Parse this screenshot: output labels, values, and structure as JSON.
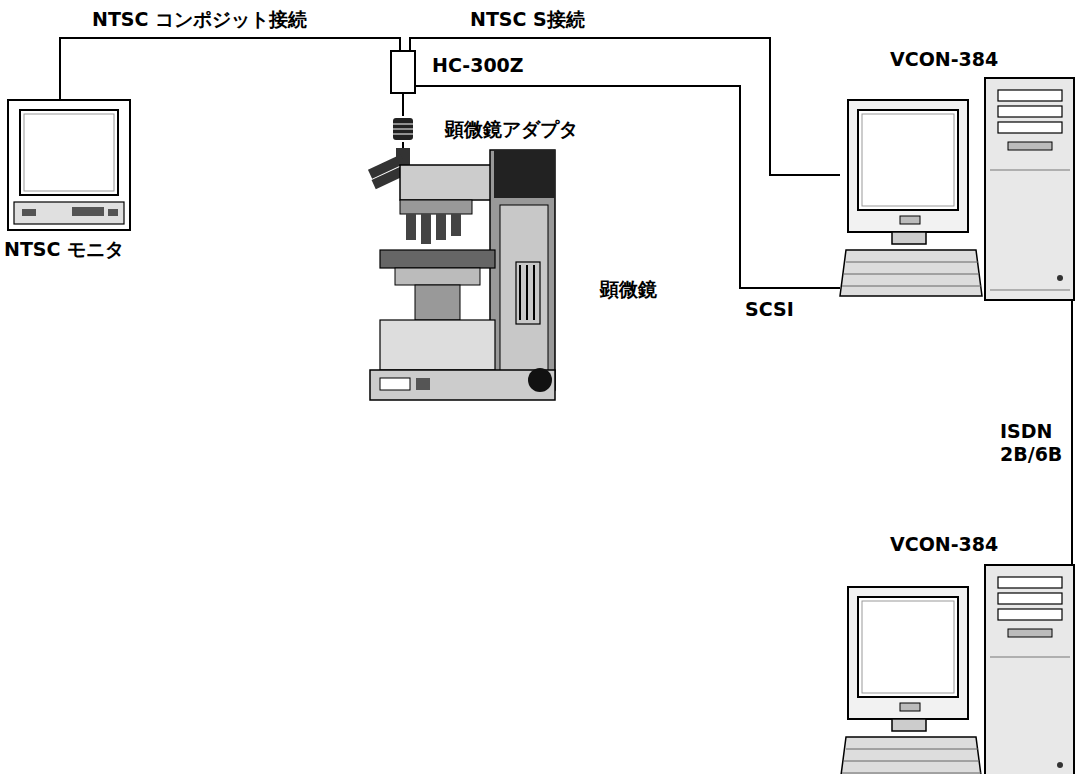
{
  "diagram": {
    "nodes": [
      {
        "text": [
          "NTSC モニタ"
        ]
      },
      {
        "text": [
          "HC-300Z"
        ]
      },
      {
        "text": [
          "顕微鏡アダプタ"
        ]
      },
      {
        "text": [
          "顕微鏡"
        ]
      },
      {
        "text": [
          "VCON-384"
        ]
      },
      {
        "text": [
          "VCON-384"
        ]
      }
    ],
    "edges": [
      {
        "from": 0,
        "to": 1,
        "label": "NTSC コンポジット接続",
        "arrow": "none"
      },
      {
        "from": 1,
        "to": 4,
        "label": "NTSC S接続",
        "arrow": "none"
      },
      {
        "from": 1,
        "to": 4,
        "label": "SCSI",
        "arrow": "none"
      },
      {
        "from": 4,
        "to": 5,
        "label": "ISDN 2B/6B",
        "arrow": "none"
      },
      {
        "from": 1,
        "to": 2,
        "arrow": "none"
      },
      {
        "from": 2,
        "to": 3,
        "arrow": "none"
      }
    ]
  }
}
